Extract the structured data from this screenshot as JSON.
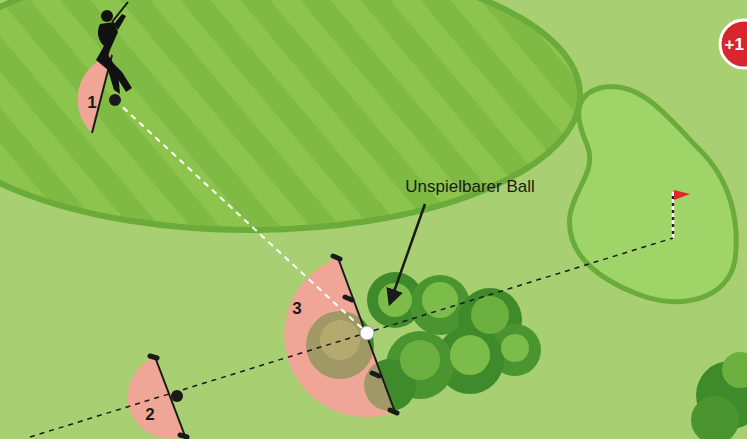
{
  "diagram": {
    "labels": [
      "+1",
      "1",
      "Unspielbarer Ball",
      "3",
      "2"
    ]
  }
}
